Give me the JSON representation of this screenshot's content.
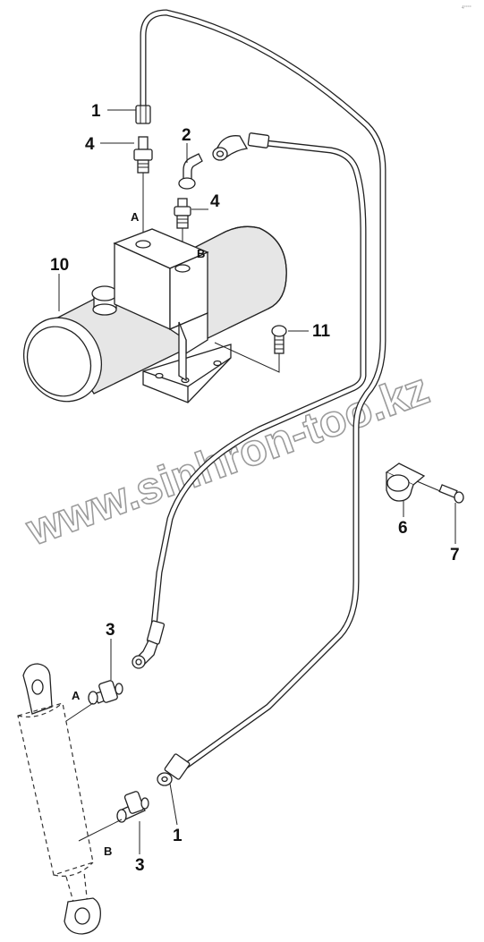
{
  "corner_code": "4°°°°",
  "watermark": "www.sinhron-too.kz",
  "callouts": {
    "c1_top": "1",
    "c2": "2",
    "c4_left": "4",
    "c4_right": "4",
    "c10": "10",
    "c11": "11",
    "c6": "6",
    "c7": "7",
    "c3_upper": "3",
    "c3_lower": "3",
    "c1_bottom": "1"
  },
  "ports": {
    "pump_a": "A",
    "pump_b": "B",
    "cyl_a": "A",
    "cyl_b": "B"
  },
  "icons": {
    "pump": "hydraulic-pump-motor",
    "cylinder": "hydraulic-cylinder",
    "fitting": "union-fitting",
    "elbow": "elbow-fitting",
    "clamp": "pipe-clamp",
    "screw": "cap-screw"
  }
}
